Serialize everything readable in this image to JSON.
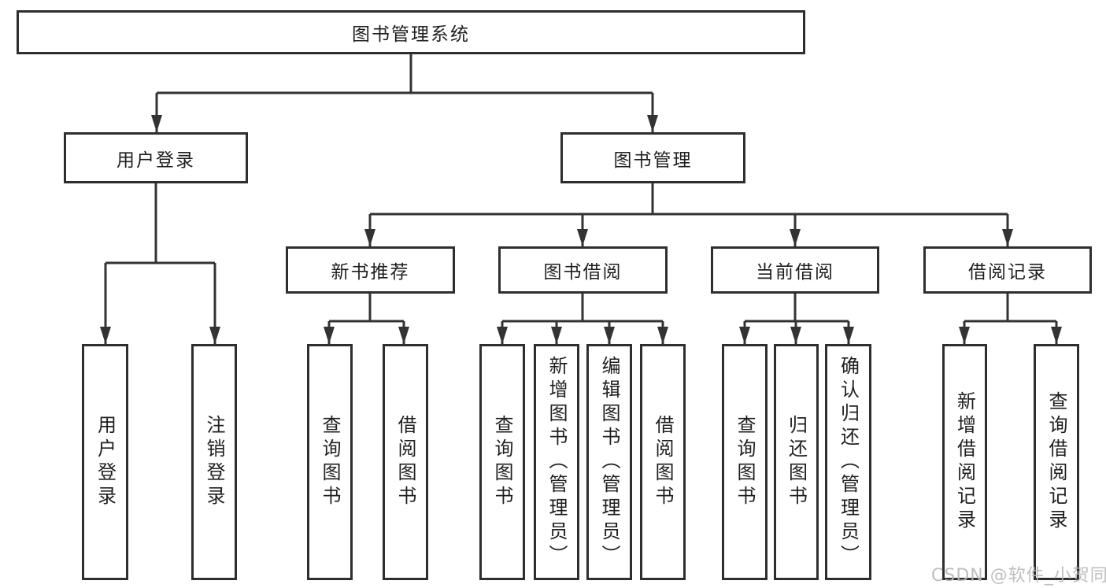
{
  "diagram": {
    "root": {
      "label": "图书管理系统"
    },
    "level2": {
      "user_login": {
        "label": "用户登录"
      },
      "book_management": {
        "label": "图书管理"
      }
    },
    "level3": {
      "new_book_recommend": {
        "label": "新书推荐"
      },
      "book_borrowing": {
        "label": "图书借阅"
      },
      "current_borrowing": {
        "label": "当前借阅"
      },
      "borrowing_records": {
        "label": "借阅记录"
      }
    },
    "leaves": {
      "user_login": {
        "label": "用户登录"
      },
      "logout": {
        "label": "注销登录"
      },
      "recommend_query_books": {
        "label": "查询图书"
      },
      "recommend_borrow_books": {
        "label": "借阅图书"
      },
      "borrowing_query_books": {
        "label": "查询图书"
      },
      "borrowing_add_books": {
        "label": "新增图书（管理员）"
      },
      "borrowing_edit_books": {
        "label": "编辑图书（管理员）"
      },
      "borrowing_borrow_books": {
        "label": "借阅图书"
      },
      "current_query_books": {
        "label": "查询图书"
      },
      "current_return_books": {
        "label": "归还图书"
      },
      "current_confirm_return": {
        "label": "确认归还（管理员）"
      },
      "records_add_record": {
        "label": "新增借阅记录"
      },
      "records_query_record": {
        "label": "查询借阅记录"
      }
    }
  },
  "watermark": {
    "text": "CSDN @软件_小贺同学"
  },
  "colors": {
    "line": "#333333",
    "border": "#2e2e2e",
    "text": "#1f1f1f",
    "background": "#ffffff",
    "watermark": "#b9b9b9"
  }
}
